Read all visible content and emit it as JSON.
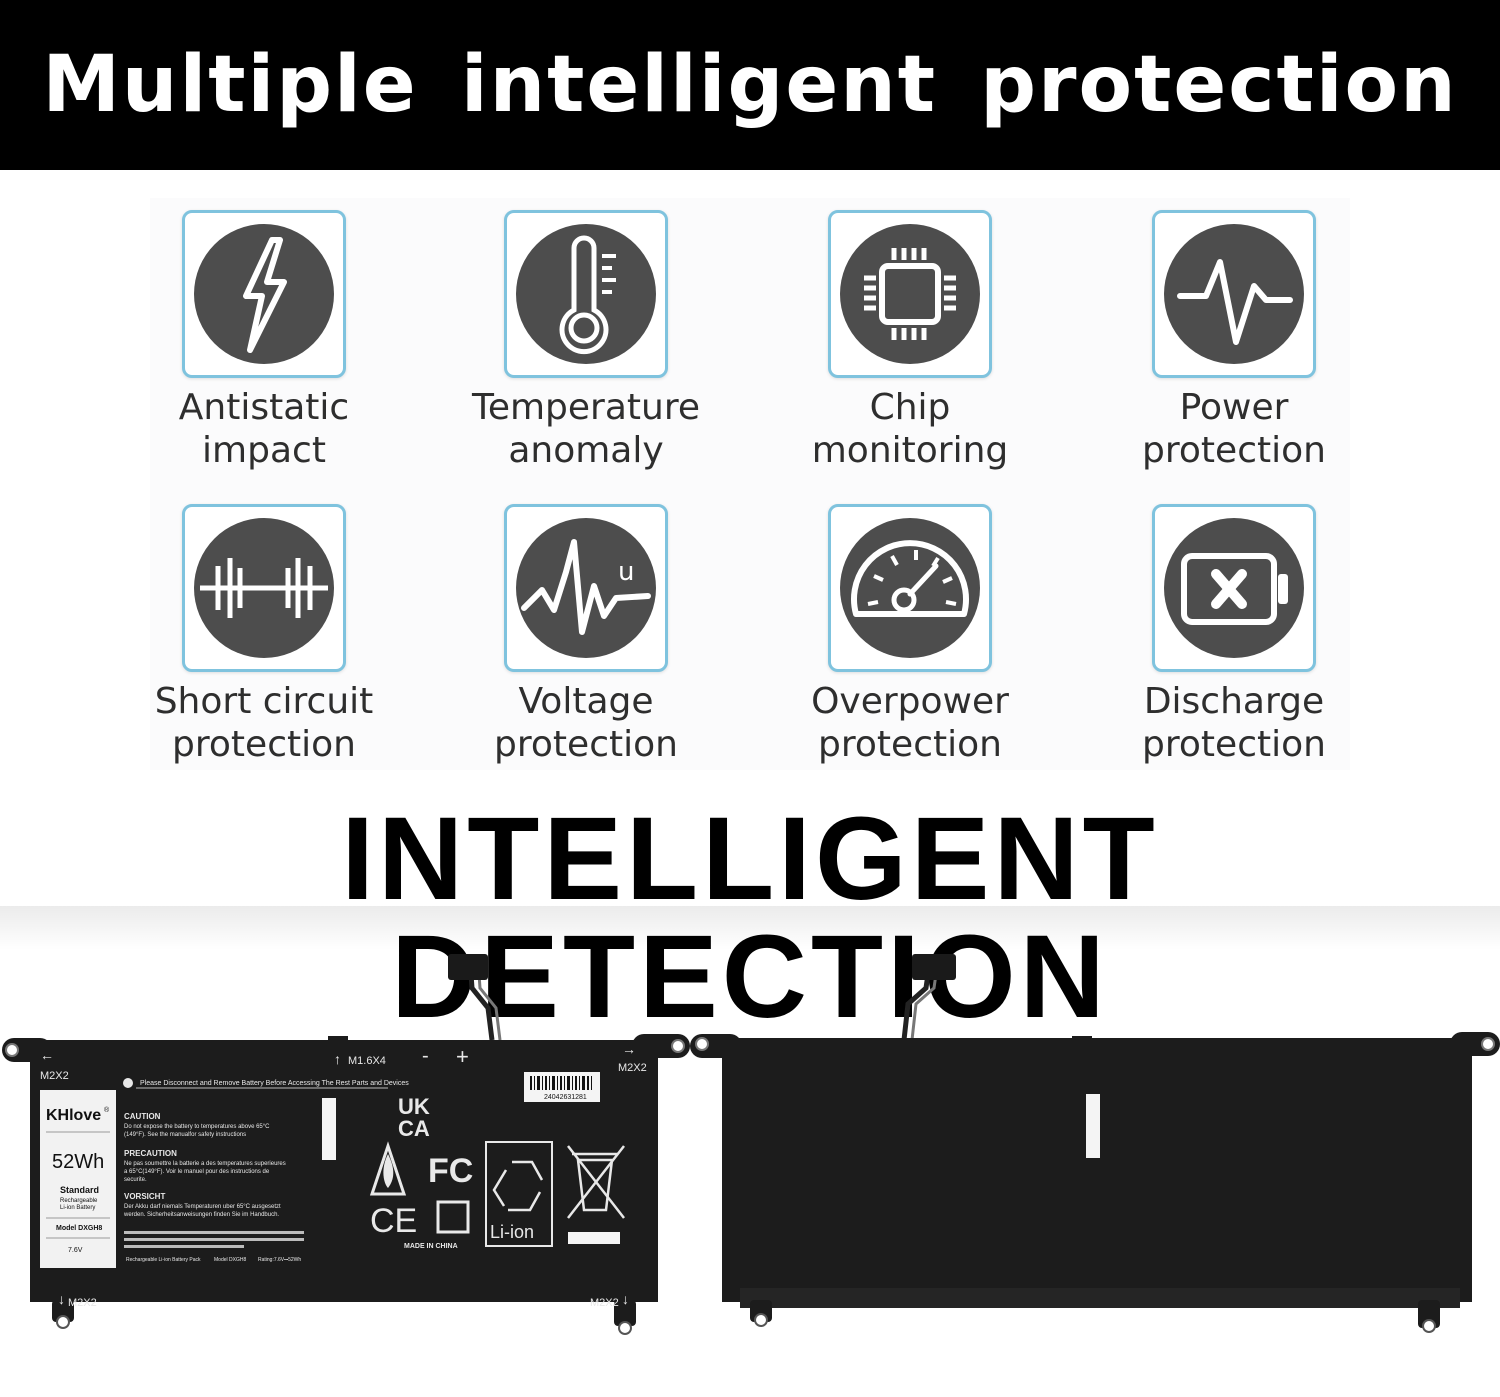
{
  "banner": {
    "title": "Multiple intelligent protection"
  },
  "features": [
    {
      "icon": "lightning-bolt-icon",
      "line1": "Antistatic",
      "line2": "impact"
    },
    {
      "icon": "thermometer-icon",
      "line1": "Temperature",
      "line2": "anomaly"
    },
    {
      "icon": "chip-icon",
      "line1": "Chip",
      "line2": "monitoring"
    },
    {
      "icon": "pulse-icon",
      "line1": "Power",
      "line2": "protection"
    },
    {
      "icon": "short-circuit-icon",
      "line1": "Short circuit",
      "line2": "protection"
    },
    {
      "icon": "voltage-wave-icon",
      "line1": "Voltage",
      "line2": "protection"
    },
    {
      "icon": "speedometer-icon",
      "line1": "Overpower",
      "line2": "protection"
    },
    {
      "icon": "battery-x-icon",
      "line1": "Discharge",
      "line2": "protection"
    }
  ],
  "headline": "INTELLIGENT DETECTION",
  "battery_front": {
    "brand": "KHlove",
    "brand_mark": "®",
    "capacity": "52Wh",
    "type_line1": "Standard",
    "type_line2": "Rechargeable",
    "type_line3": "Li-ion Battery",
    "model": "Model DXGH8",
    "voltage": "7.6V",
    "screw_top_left": "M2X2",
    "screw_top_mid": "M1.6X4",
    "screw_top_right": "M2X2",
    "screw_bottom_left": "M2X2",
    "screw_bottom_right": "M2X2",
    "polarity_minus": "-",
    "polarity_plus": "+",
    "notice": "Please Disconnect and Remove Battery Before Accessing The Rest Parts and Devices",
    "caution_title": "CAUTION",
    "caution_text1": "Do not expose the battery to temperatures above 65°C",
    "caution_text2": "(149°F). See the manualfor safety instructions",
    "precaution_title": "PRECAUTION",
    "precaution_text1": "Ne pas soumettre la batterie a des temperatures superieures",
    "precaution_text2": "a 65°C(149°F). Voir le manuel pour des instructions de",
    "precaution_text3": "securite.",
    "vorsicht_title": "VORSICHT",
    "vorsicht_text1": "Der Akku darf niemals Temperaturen uber 65°C ausgesetzt",
    "vorsicht_text2": "werden. Sicherheitsanweisungen finden Sie im Handbuch.",
    "footer_pack": "Rechargeable Li-ion Battery Pack",
    "footer_model": "Model DXGH8",
    "footer_rating": "Rating:7.6V⎓52Wh",
    "barcode": "24042631281",
    "ukca_line1": "UK",
    "ukca_line2": "CA",
    "fc_mark": "FC",
    "ce_mark": "CE",
    "liion": "Li-ion",
    "made_in": "MADE IN CHINA"
  },
  "colors": {
    "banner": "#000000",
    "tile_border": "#7fc3de",
    "icon_disc": "#4d4d4d",
    "battery_body": "#1c1c1c"
  }
}
